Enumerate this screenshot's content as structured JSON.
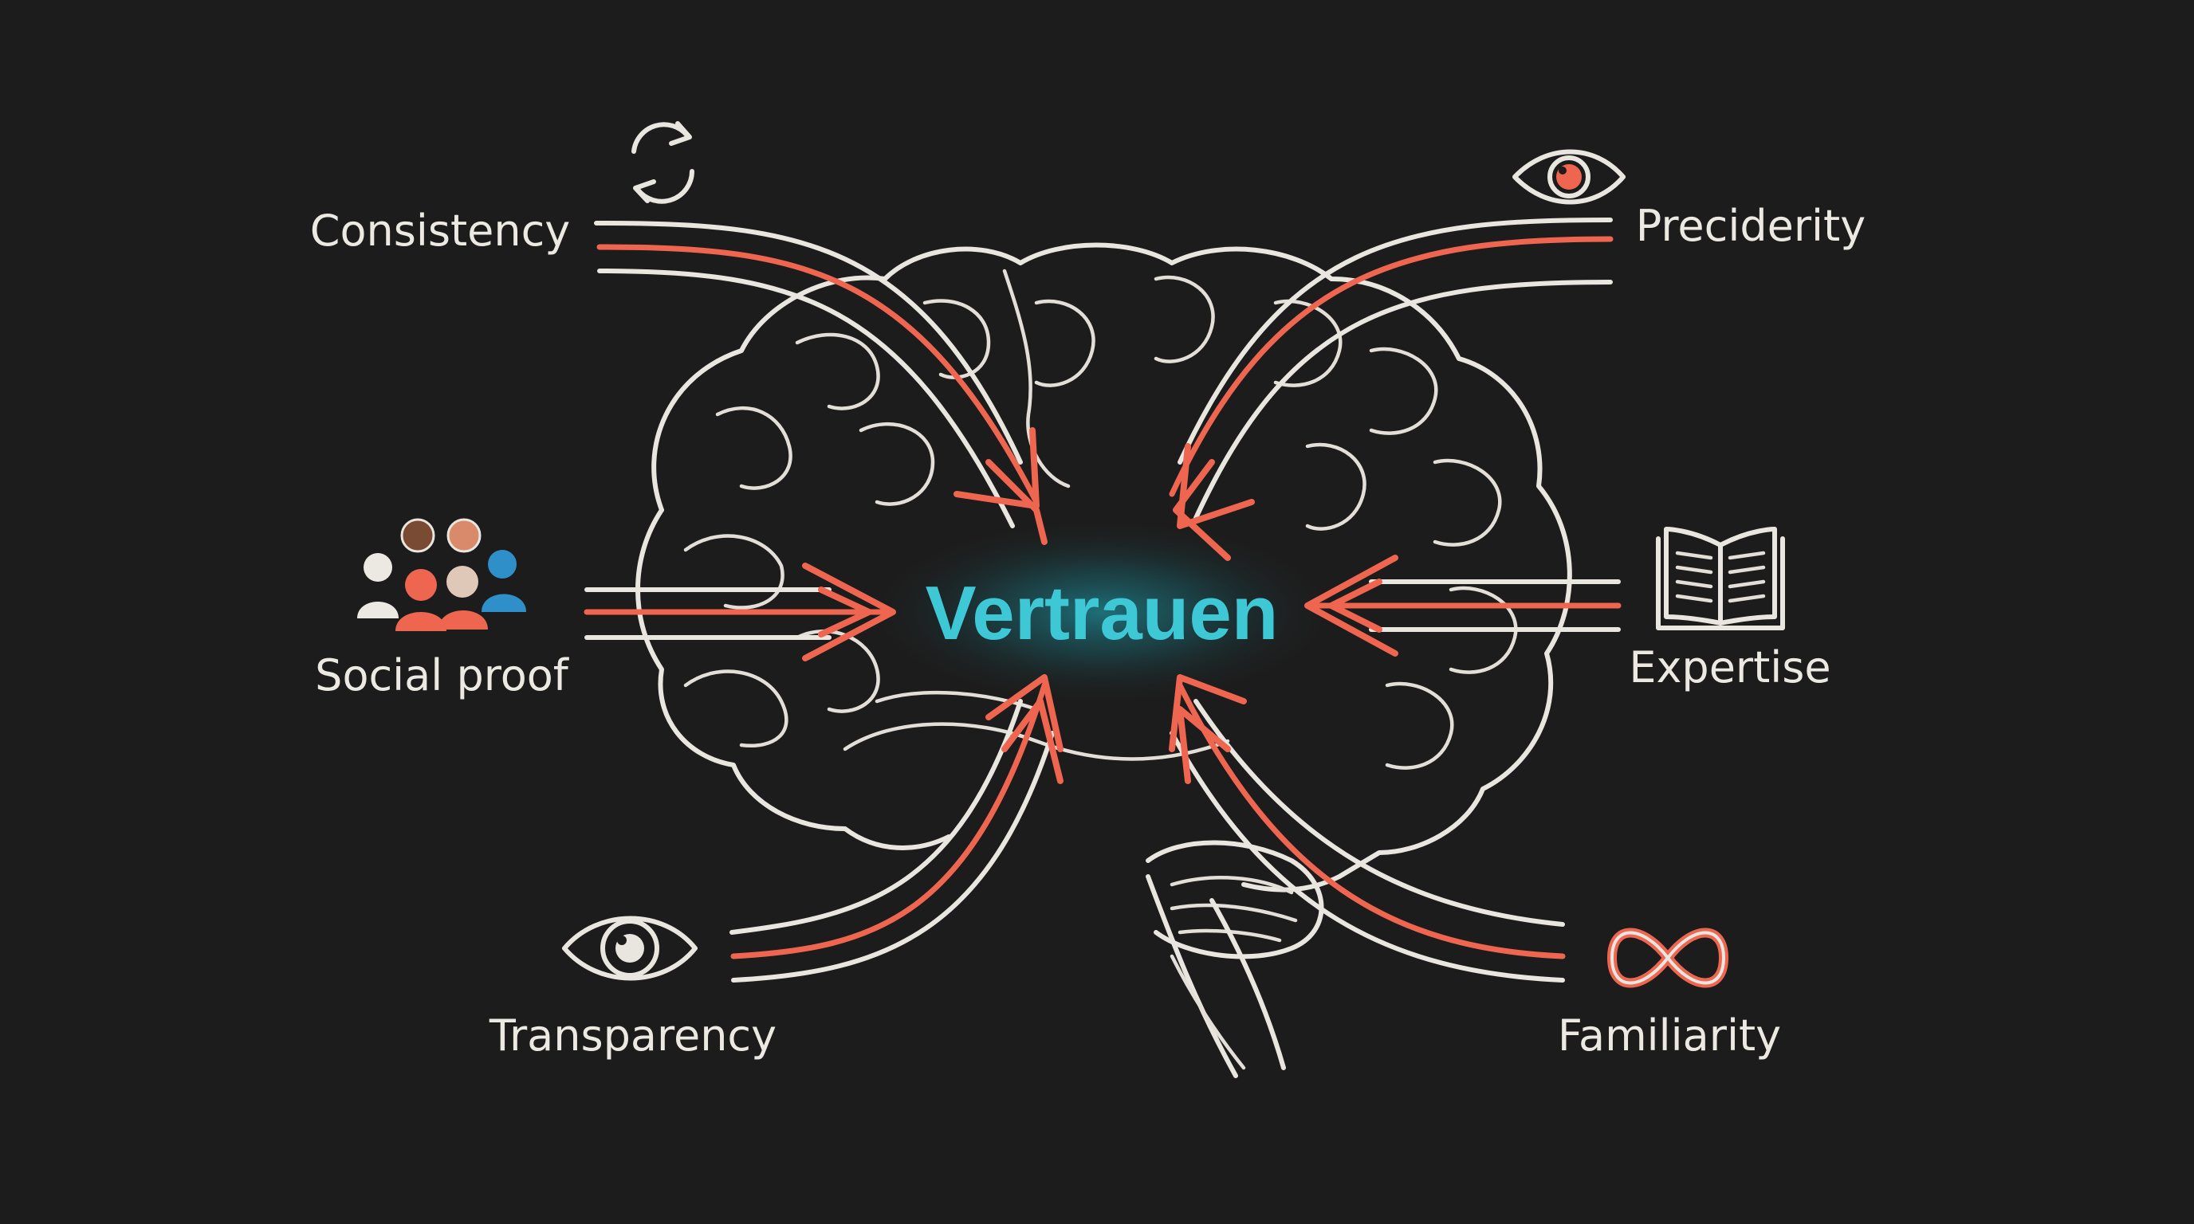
{
  "center": {
    "text": "Vertrauen",
    "color": "#3ec8d6"
  },
  "colors": {
    "background": "#1d1c1c",
    "chalk": "#e9e5df",
    "accent": "#ef6650",
    "glow": "#1fb3c4"
  },
  "factors": [
    {
      "id": "consistency",
      "label": "Consistency",
      "icon": "refresh-cycle-icon"
    },
    {
      "id": "precidity",
      "label": "Precidерity",
      "icon": "eye-icon"
    },
    {
      "id": "social-proof",
      "label": "Social proof",
      "icon": "people-group-icon"
    },
    {
      "id": "expertise",
      "label": "Expertise",
      "icon": "open-book-icon"
    },
    {
      "id": "transparency",
      "label": "Transparency",
      "icon": "eye-icon"
    },
    {
      "id": "familiarity",
      "label": "Familiarity",
      "icon": "infinity-icon"
    }
  ]
}
